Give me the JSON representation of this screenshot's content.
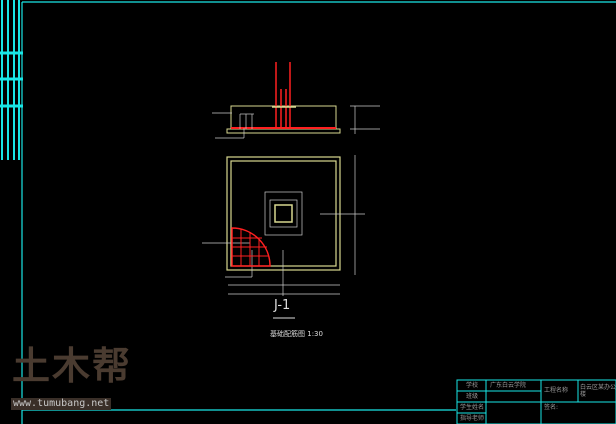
{
  "drawing": {
    "detail_label": "J-1",
    "caption": "基础配筋图",
    "scale": "1:30"
  },
  "title_block": {
    "school_label": "学校",
    "school_value": "广东白云学院",
    "class_label": "班级",
    "project_label": "工程名称",
    "project_value": "白云区某办公楼",
    "student_label": "学生姓名",
    "signature_label": "签名:",
    "advisor_label": "指导老师"
  },
  "watermark": {
    "logo": "土木帮",
    "url": "www.tumubang.net"
  },
  "colors": {
    "frame": "#19e6e6",
    "concrete": "#d8d890",
    "rebar": "#ff2020",
    "dim": "#cfcfcf"
  }
}
